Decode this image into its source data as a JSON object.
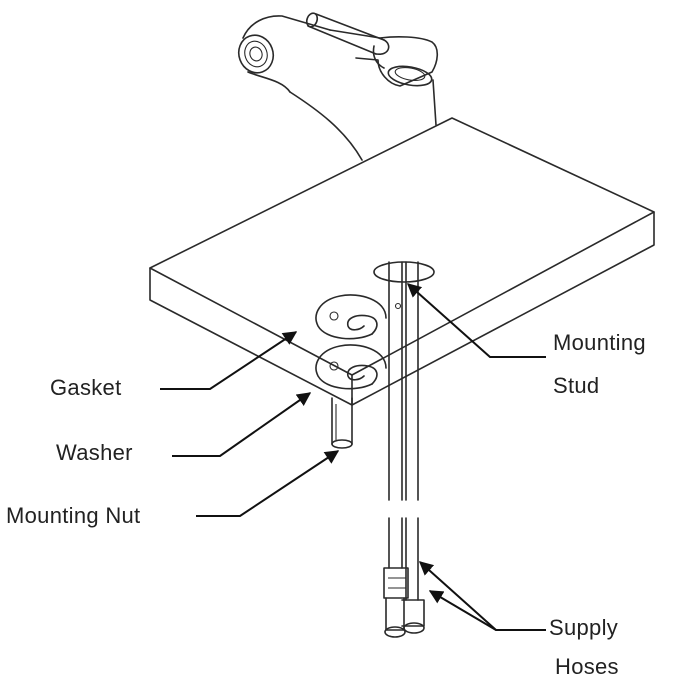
{
  "labels": {
    "gasket": "Gasket",
    "washer": "Washer",
    "mounting_nut": "Mounting Nut",
    "mounting_stud_line1": "Mounting",
    "mounting_stud_line2": "Stud",
    "supply_hoses_line1": "Supply",
    "supply_hoses_line2": "Hoses"
  },
  "colors": {
    "line": "#2a2a2a",
    "background": "#ffffff",
    "text": "#222222"
  }
}
